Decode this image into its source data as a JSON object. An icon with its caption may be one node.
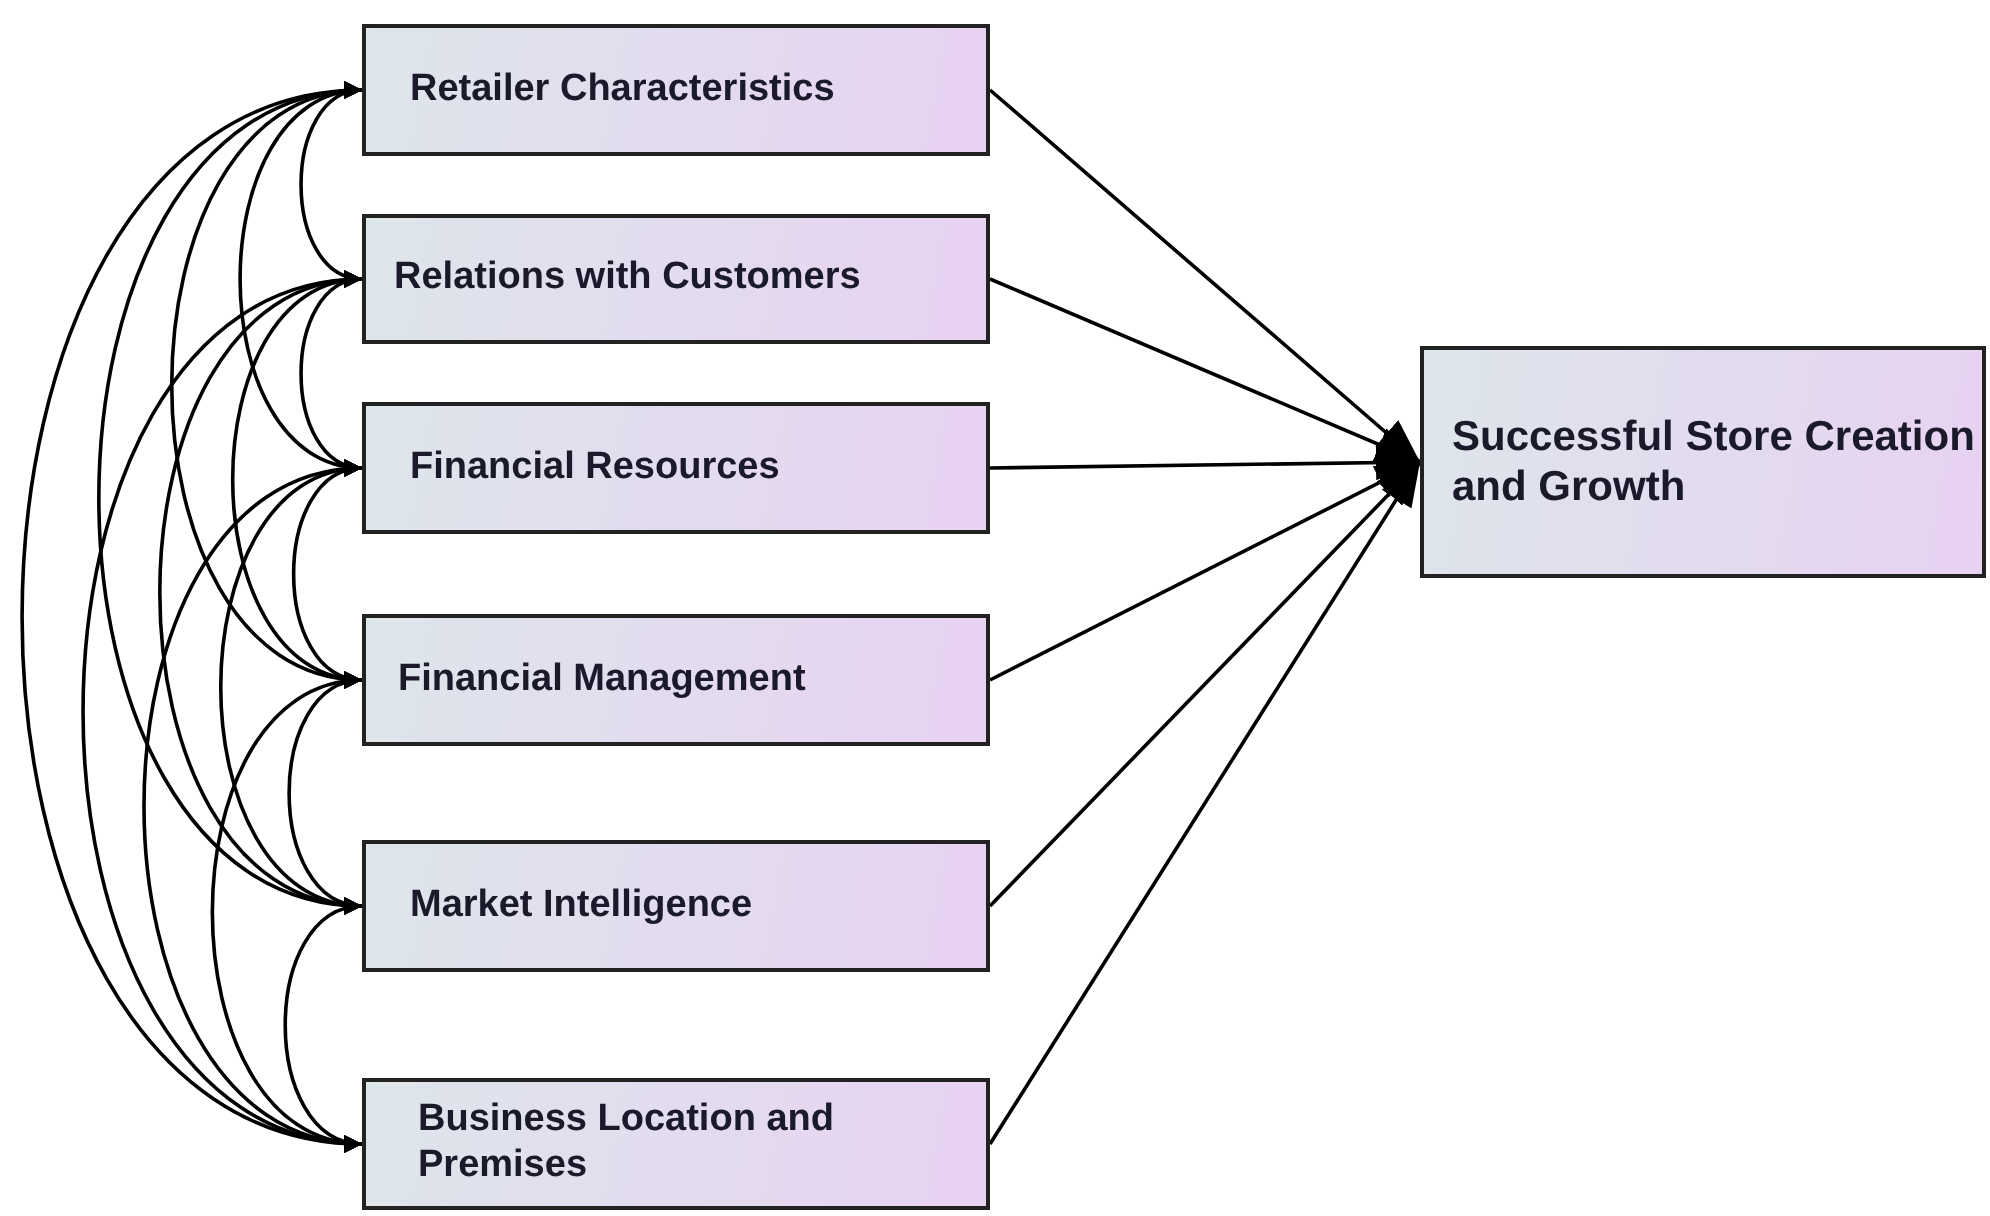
{
  "diagram": {
    "nodes": [
      {
        "text": [
          "Retailer Characteristics"
        ]
      },
      {
        "text": [
          "Relations with Customers"
        ]
      },
      {
        "text": [
          "Financial Resources"
        ]
      },
      {
        "text": [
          "Financial Management"
        ]
      },
      {
        "text": [
          "Market Intelligence"
        ]
      },
      {
        "text": [
          "Business Location and Premises"
        ]
      },
      {
        "text": [
          "Successful Store Creation and Growth"
        ]
      }
    ],
    "edges": [
      {
        "from": 0,
        "to": 6,
        "arrow": "to"
      },
      {
        "from": 1,
        "to": 6,
        "arrow": "to"
      },
      {
        "from": 2,
        "to": 6,
        "arrow": "to"
      },
      {
        "from": 3,
        "to": 6,
        "arrow": "to"
      },
      {
        "from": 4,
        "to": 6,
        "arrow": "to"
      },
      {
        "from": 5,
        "to": 6,
        "arrow": "to"
      },
      {
        "from": 0,
        "to": 1,
        "arrow": "both"
      },
      {
        "from": 0,
        "to": 2,
        "arrow": "both"
      },
      {
        "from": 0,
        "to": 3,
        "arrow": "both"
      },
      {
        "from": 0,
        "to": 4,
        "arrow": "both"
      },
      {
        "from": 0,
        "to": 5,
        "arrow": "both"
      },
      {
        "from": 1,
        "to": 2,
        "arrow": "both"
      },
      {
        "from": 1,
        "to": 3,
        "arrow": "both"
      },
      {
        "from": 1,
        "to": 4,
        "arrow": "both"
      },
      {
        "from": 1,
        "to": 5,
        "arrow": "both"
      },
      {
        "from": 2,
        "to": 3,
        "arrow": "both"
      },
      {
        "from": 2,
        "to": 4,
        "arrow": "both"
      },
      {
        "from": 2,
        "to": 5,
        "arrow": "both"
      },
      {
        "from": 3,
        "to": 4,
        "arrow": "both"
      },
      {
        "from": 3,
        "to": 5,
        "arrow": "both"
      },
      {
        "from": 4,
        "to": 5,
        "arrow": "both"
      }
    ]
  }
}
